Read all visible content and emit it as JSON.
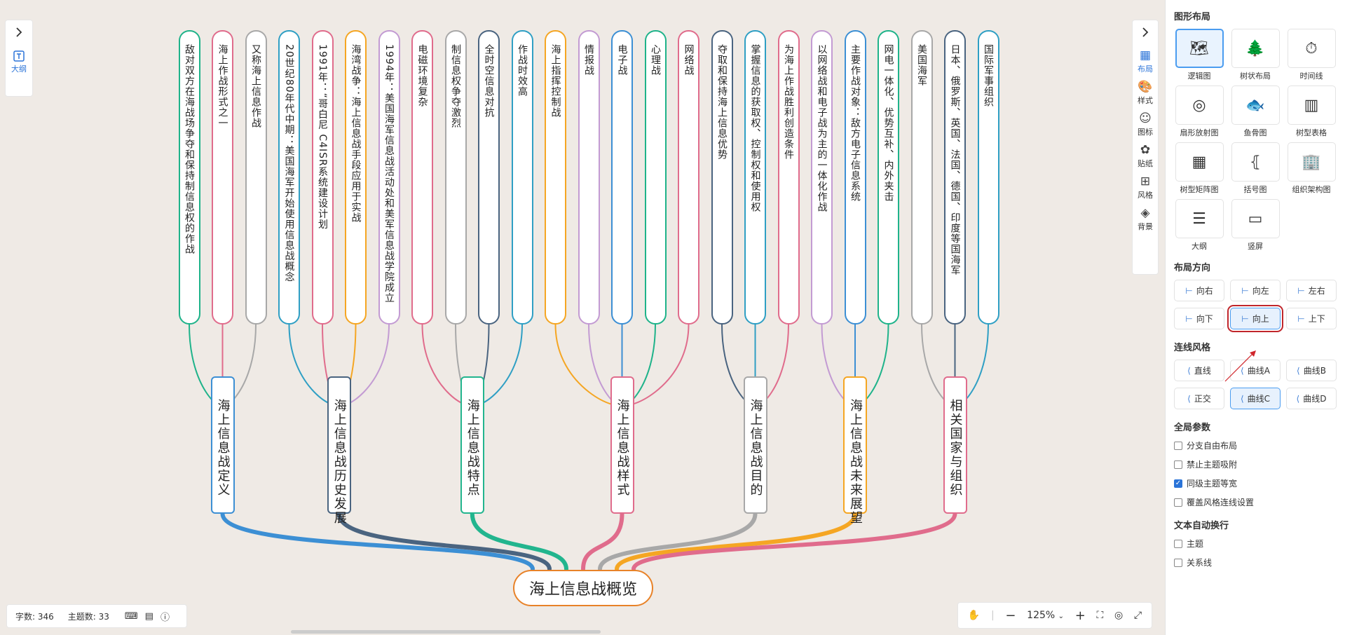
{
  "root": {
    "label": "海上信息战概览",
    "color": "#e88228"
  },
  "branches": [
    {
      "label": "海上信息战定义",
      "color": "#3c8fd4",
      "leaves": [
        {
          "label": "敌对双方在海战场争夺和保持制信息权的作战",
          "color": "#1fb38a"
        },
        {
          "label": "海上作战形式之一",
          "color": "#e06c8c"
        },
        {
          "label": "又称海上信息作战",
          "color": "#a8a8a8"
        }
      ]
    },
    {
      "label": "海上信息战历史发展",
      "color": "#4a6480",
      "leaves": [
        {
          "label": "20世纪80年代中期：美国海军开始使用信息战概念",
          "color": "#2f9fc4"
        },
        {
          "label": "1991年：“哥白尼 C4ISR系统建设计划",
          "color": "#e06c8c"
        },
        {
          "label": "海湾战争：海上信息战手段应用于实战",
          "color": "#f5a623"
        },
        {
          "label": "1994年：美国海军信息战活动处和美军信息战学院成立",
          "color": "#c39bd3"
        }
      ]
    },
    {
      "label": "海上信息战特点",
      "color": "#22b58e",
      "leaves": [
        {
          "label": "电磁环境复杂",
          "color": "#e06c8c"
        },
        {
          "label": "制信息权争夺激烈",
          "color": "#a8a8a8"
        },
        {
          "label": "全时空信息对抗",
          "color": "#4a6480"
        },
        {
          "label": "作战时效高",
          "color": "#2f9fc4"
        }
      ]
    },
    {
      "label": "海上信息战样式",
      "color": "#e06c8c",
      "leaves": [
        {
          "label": "海上指挥控制战",
          "color": "#f5a623"
        },
        {
          "label": "情报战",
          "color": "#c39bd3"
        },
        {
          "label": "电子战",
          "color": "#3c8fd4"
        },
        {
          "label": "心理战",
          "color": "#1fb38a"
        },
        {
          "label": "网络战",
          "color": "#e06c8c"
        }
      ]
    },
    {
      "label": "海上信息战目的",
      "color": "#a8a8a8",
      "leaves": [
        {
          "label": "夺取和保持海上信息优势",
          "color": "#4a6480"
        },
        {
          "label": "掌握信息的获取权、控制权和使用权",
          "color": "#2f9fc4"
        },
        {
          "label": "为海上作战胜利创造条件",
          "color": "#e06c8c"
        }
      ]
    },
    {
      "label": "海上信息战未来展望",
      "color": "#f5a623",
      "leaves": [
        {
          "label": "以网络战和电子战为主的一体化作战",
          "color": "#c39bd3"
        },
        {
          "label": "主要作战对象：敌方电子信息系统",
          "color": "#3c8fd4"
        },
        {
          "label": "网电一体化、优势互补、内外夹击",
          "color": "#1fb38a"
        }
      ]
    },
    {
      "label": "相关国家与组织",
      "color": "#e06c8c",
      "leaves": [
        {
          "label": "美国海军",
          "color": "#a8a8a8"
        },
        {
          "label": "日本、俄罗斯、英国、法国、德国、印度等国海军",
          "color": "#4a6480"
        },
        {
          "label": "国际军事组织",
          "color": "#2f9fc4"
        }
      ]
    }
  ],
  "left_toolbar": {
    "expand_icon": "chevron-right-icon",
    "outline_label": "大纲"
  },
  "right_toolbar": {
    "items": [
      {
        "label": "布局",
        "icon": "layout-icon"
      },
      {
        "label": "样式",
        "icon": "palette-icon"
      },
      {
        "label": "图标",
        "icon": "smiley-icon"
      },
      {
        "label": "贴纸",
        "icon": "sticker-icon"
      },
      {
        "label": "风格",
        "icon": "grid-icon"
      },
      {
        "label": "背景",
        "icon": "layers-icon"
      }
    ]
  },
  "status": {
    "chars_label": "字数: 346",
    "topics_label": "主题数: 33"
  },
  "zoom": {
    "value": "125%"
  },
  "panel": {
    "layout_title": "图形布局",
    "layouts": [
      {
        "label": "逻辑图",
        "selected": true
      },
      {
        "label": "树状布局",
        "selected": false
      },
      {
        "label": "时间线",
        "selected": false
      },
      {
        "label": "扇形放射图",
        "selected": false
      },
      {
        "label": "鱼骨图",
        "selected": false
      },
      {
        "label": "树型表格",
        "selected": false
      },
      {
        "label": "树型矩阵图",
        "selected": false
      },
      {
        "label": "括号图",
        "selected": false
      },
      {
        "label": "组织架构图",
        "selected": false
      },
      {
        "label": "大纲",
        "selected": false
      },
      {
        "label": "竖屏",
        "selected": false
      }
    ],
    "direction_title": "布局方向",
    "directions": [
      {
        "label": "向右",
        "selected": false
      },
      {
        "label": "向左",
        "selected": false
      },
      {
        "label": "左右",
        "selected": false
      },
      {
        "label": "向下",
        "selected": false
      },
      {
        "label": "向上",
        "selected": true
      },
      {
        "label": "上下",
        "selected": false
      }
    ],
    "line_title": "连线风格",
    "line_styles": [
      {
        "label": "直线",
        "selected": false
      },
      {
        "label": "曲线A",
        "selected": false
      },
      {
        "label": "曲线B",
        "selected": false
      },
      {
        "label": "正交",
        "selected": false
      },
      {
        "label": "曲线C",
        "selected": true
      },
      {
        "label": "曲线D",
        "selected": false
      }
    ],
    "global_title": "全局参数",
    "global_options": [
      {
        "label": "分支自由布局",
        "checked": false
      },
      {
        "label": "禁止主题吸附",
        "checked": false
      },
      {
        "label": "同级主题等宽",
        "checked": true
      },
      {
        "label": "覆盖风格连线设置",
        "checked": false
      }
    ],
    "wrap_title": "文本自动换行",
    "wrap_options": [
      {
        "label": "主题",
        "checked": false
      },
      {
        "label": "关系线",
        "checked": false
      }
    ]
  }
}
